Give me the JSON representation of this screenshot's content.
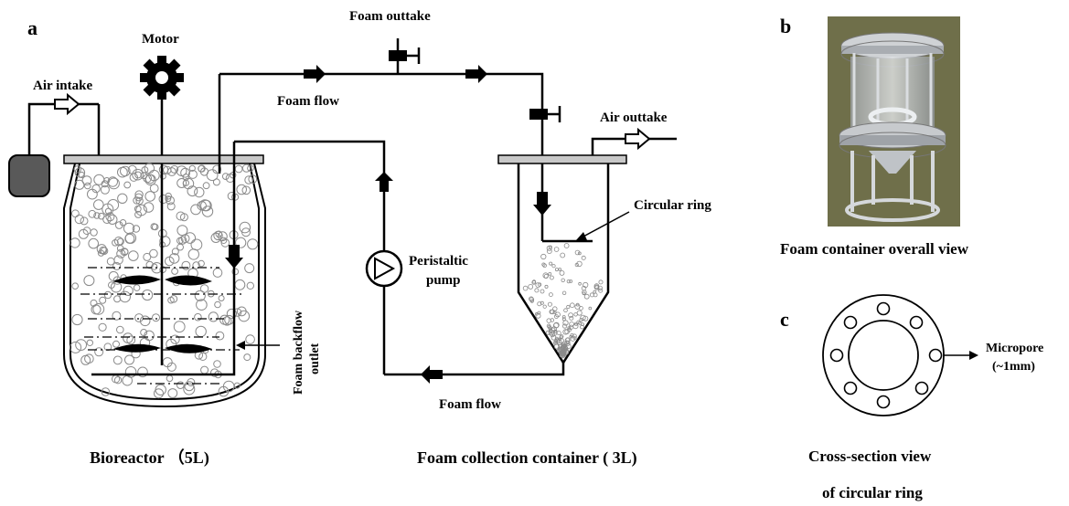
{
  "panels": {
    "a": "a",
    "b": "b",
    "c": "c"
  },
  "labels": {
    "motor": "Motor",
    "air_intake": "Air intake",
    "foam_flow_top": "Foam flow",
    "foam_outtake": "Foam outtake",
    "air_outtake": "Air outtake",
    "circular_ring": "Circular ring",
    "peristaltic_pump_1": "Peristaltic",
    "peristaltic_pump_2": "pump",
    "foam_backflow_1": "Foam backflow",
    "foam_backflow_2": "outlet",
    "foam_flow_bottom": "Foam flow",
    "micropore_1": "Micropore",
    "micropore_2": "(~1mm)"
  },
  "captions": {
    "bioreactor": "Bioreactor （5L)",
    "foam_container": "Foam collection container ( 3L)",
    "overall_view": "Foam container overall view",
    "cross_section_1": "Cross-section view",
    "cross_section_2": "of circular ring"
  },
  "colors": {
    "line": "#000000",
    "lid": "#c8c8c8",
    "tank": "#595959",
    "photo_bg": "#6f6f4a",
    "bubble": "#8a8a8a"
  },
  "icons": {
    "motor": "gear-icon",
    "pump": "pump-icon",
    "valve": "valve-icon",
    "flow_arrow": "arrow-icon"
  }
}
